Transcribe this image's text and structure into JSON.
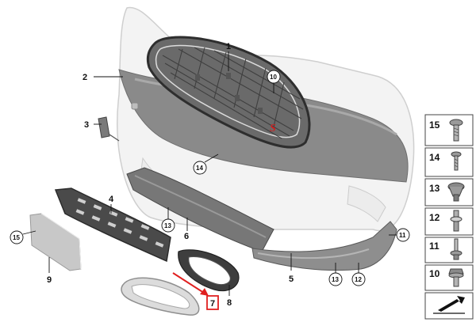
{
  "diagram": {
    "callouts": {
      "c1": "1",
      "c2": "2",
      "c3": "3",
      "c4": "4",
      "c5": "5",
      "c6": "6",
      "c7": "7",
      "c8": "8",
      "c9": "9",
      "c10": "10",
      "c11": "11",
      "c12": "12",
      "c13a": "13",
      "c13b": "13",
      "c14": "14",
      "c15": "15"
    },
    "grille_badge": "S",
    "highlight_color": "#e02020",
    "legend": [
      {
        "number": "15",
        "icon": "torx-bolt-icon"
      },
      {
        "number": "14",
        "icon": "screw-icon"
      },
      {
        "number": "13",
        "icon": "expanding-rivet-icon"
      },
      {
        "number": "12",
        "icon": "clip-nut-icon"
      },
      {
        "number": "11",
        "icon": "push-pin-icon"
      },
      {
        "number": "10",
        "icon": "flange-screw-icon"
      }
    ],
    "legend_footer_icon": "direction-arrow-icon"
  }
}
